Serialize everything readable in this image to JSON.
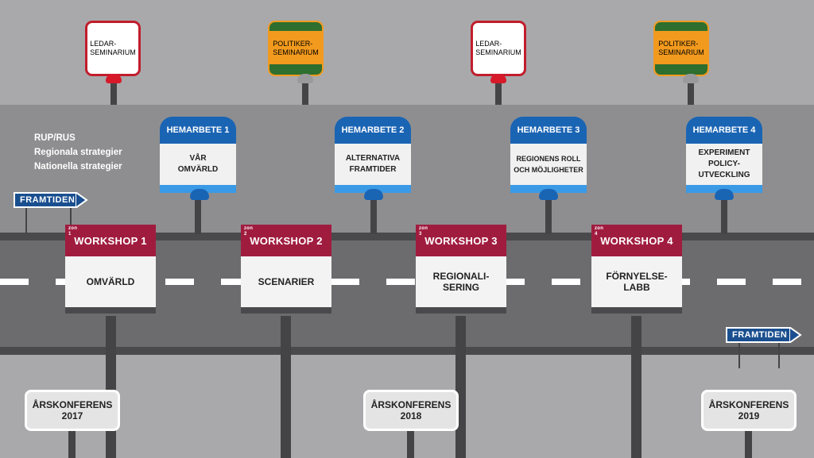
{
  "strategies": [
    "RUP/RUS",
    "Regionala strategier",
    "Nationella strategier"
  ],
  "seminars": [
    {
      "text": "LEDAR-\nSEMINARIUM",
      "kind": "ledar"
    },
    {
      "text": "POLITIKER-\nSEMINARIUM",
      "kind": "politiker"
    },
    {
      "text": "LEDAR-\nSEMINARIUM",
      "kind": "ledar"
    },
    {
      "text": "POLITIKER-\nSEMINARIUM",
      "kind": "politiker"
    }
  ],
  "hemarbeten": [
    {
      "title": "HEMARBETE 1",
      "body": "VÅR\nOMVÄRLD"
    },
    {
      "title": "HEMARBETE 2",
      "body": "ALTERNATIVA\nFRAMTIDER"
    },
    {
      "title": "HEMARBETE 3",
      "body": "REGIONENS ROLL\nOCH MÖJLIGHETER"
    },
    {
      "title": "HEMARBETE 4",
      "body": "EXPERIMENT\nPOLICY-\nUTVECKLING"
    }
  ],
  "workshops": [
    {
      "zon": "zon",
      "num": "1",
      "title": "WORKSHOP 1",
      "body": "OMVÄRLD"
    },
    {
      "zon": "zon",
      "num": "2",
      "title": "WORKSHOP 2",
      "body": "SCENARIER"
    },
    {
      "zon": "zon",
      "num": "3",
      "title": "WORKSHOP 3",
      "body": "REGIONALI-\nSERING"
    },
    {
      "zon": "zon",
      "num": "4",
      "title": "WORKSHOP 4",
      "body": "FÖRNYELSE-\nLABB"
    }
  ],
  "konferenser": [
    {
      "label": "ÅRSKONFERENS",
      "year": "2017"
    },
    {
      "label": "ÅRSKONFERENS",
      "year": "2018"
    },
    {
      "label": "ÅRSKONFERENS",
      "year": "2019"
    }
  ],
  "framtiden": [
    "FRAMTIDEN",
    "FRAMTIDEN"
  ],
  "colors": {
    "ledar_border": "#c11d2c",
    "politiker_green": "#2e6e2e",
    "politiker_orange": "#f29a1e",
    "hemarbete_blue": "#1a64b4",
    "workshop_red": "#a01c3f",
    "road": "#6c6c6e"
  }
}
